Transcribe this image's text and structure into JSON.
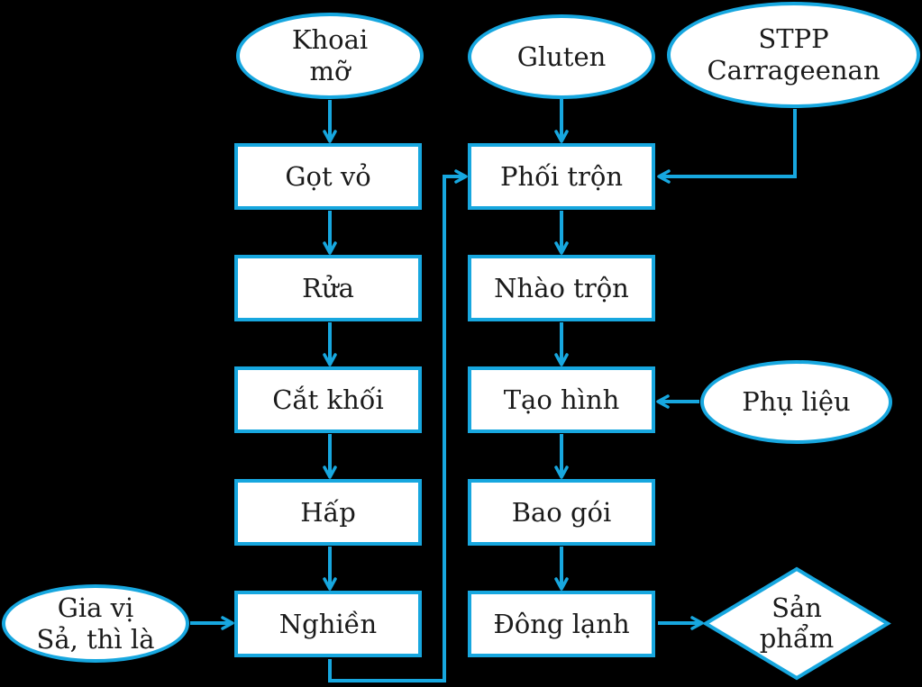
{
  "diagram": {
    "title": "Quy trình chế biến khoai mỡ đông lạnh (flowchart)",
    "colors": {
      "background": "#000000",
      "stroke": "#17A7DF",
      "shape_fill": "#FFFFFF",
      "text": "#1B1B1B"
    },
    "nodes": {
      "khoai_mo": {
        "shape": "ellipse",
        "lines": [
          "Khoai",
          "mỡ"
        ]
      },
      "gluten": {
        "shape": "ellipse",
        "lines": [
          "Gluten"
        ]
      },
      "stpp_carrageenan": {
        "shape": "ellipse",
        "lines": [
          "STPP",
          "Carrageenan"
        ]
      },
      "got_vo": {
        "shape": "rect",
        "lines": [
          "Gọt vỏ"
        ]
      },
      "rua": {
        "shape": "rect",
        "lines": [
          "Rửa"
        ]
      },
      "cat_khoi": {
        "shape": "rect",
        "lines": [
          "Cắt khối"
        ]
      },
      "hap": {
        "shape": "rect",
        "lines": [
          "Hấp"
        ]
      },
      "nghien": {
        "shape": "rect",
        "lines": [
          "Nghiền"
        ]
      },
      "gia_vi": {
        "shape": "ellipse",
        "lines": [
          "Gia vị",
          "Sả, thì là"
        ]
      },
      "phoi_tron": {
        "shape": "rect",
        "lines": [
          "Phối trộn"
        ]
      },
      "nhao_tron": {
        "shape": "rect",
        "lines": [
          "Nhào trộn"
        ]
      },
      "tao_hinh": {
        "shape": "rect",
        "lines": [
          "Tạo hình"
        ]
      },
      "bao_goi": {
        "shape": "rect",
        "lines": [
          "Bao gói"
        ]
      },
      "dong_lanh": {
        "shape": "rect",
        "lines": [
          "Đông lạnh"
        ]
      },
      "phu_lieu": {
        "shape": "ellipse",
        "lines": [
          "Phụ liệu"
        ]
      },
      "san_pham": {
        "shape": "diamond",
        "lines": [
          "Sản",
          "phẩm"
        ]
      }
    },
    "edges": [
      {
        "from": "khoai_mo",
        "to": "got_vo"
      },
      {
        "from": "got_vo",
        "to": "rua"
      },
      {
        "from": "rua",
        "to": "cat_khoi"
      },
      {
        "from": "cat_khoi",
        "to": "hap"
      },
      {
        "from": "hap",
        "to": "nghien"
      },
      {
        "from": "gia_vi",
        "to": "nghien"
      },
      {
        "from": "nghien",
        "to": "phoi_tron"
      },
      {
        "from": "gluten",
        "to": "phoi_tron"
      },
      {
        "from": "stpp_carrageenan",
        "to": "phoi_tron"
      },
      {
        "from": "phoi_tron",
        "to": "nhao_tron"
      },
      {
        "from": "nhao_tron",
        "to": "tao_hinh"
      },
      {
        "from": "phu_lieu",
        "to": "tao_hinh"
      },
      {
        "from": "tao_hinh",
        "to": "bao_goi"
      },
      {
        "from": "bao_goi",
        "to": "dong_lanh"
      },
      {
        "from": "dong_lanh",
        "to": "san_pham"
      }
    ]
  }
}
